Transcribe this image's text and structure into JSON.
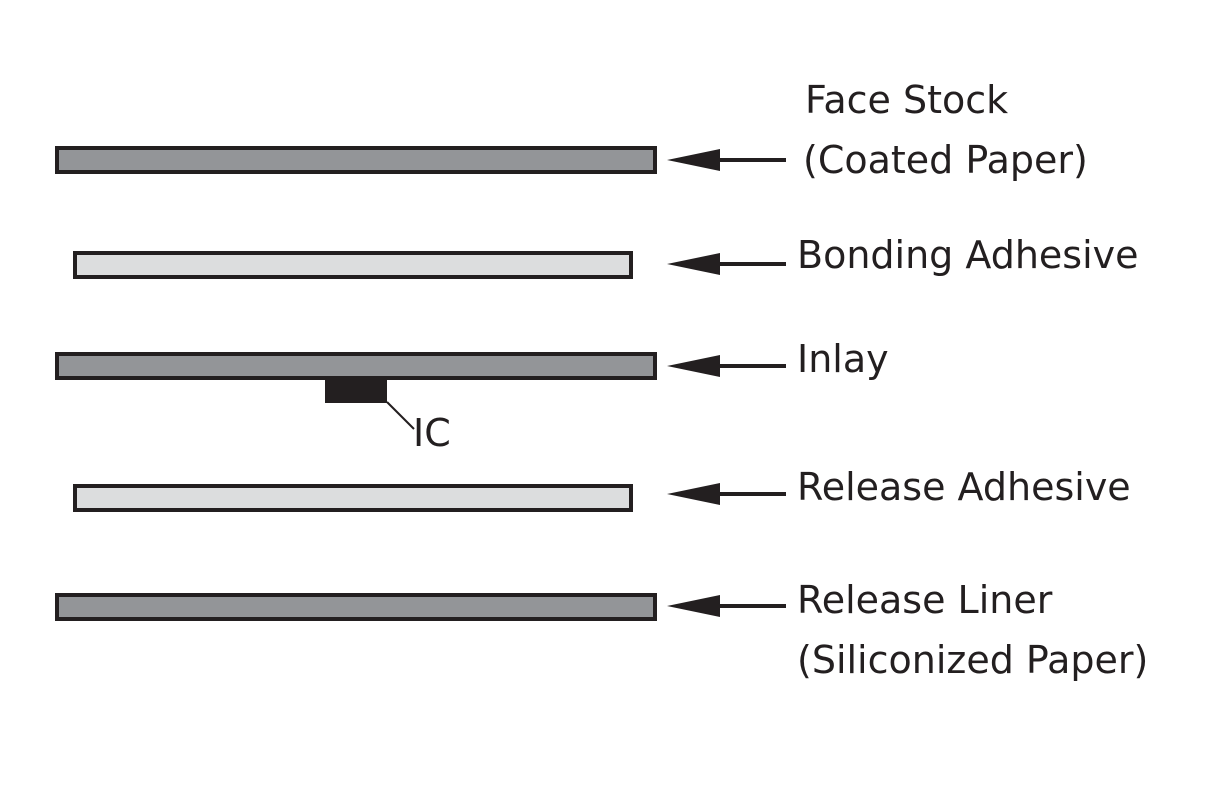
{
  "colors": {
    "outline": "#231f20",
    "paper": "#939598",
    "adhesive": "#dcddde",
    "ic": "#231f20"
  },
  "layers": [
    {
      "name": "face-stock",
      "type": "paper",
      "label_lines": [
        "Face Stock",
        " (Coated Paper)"
      ]
    },
    {
      "name": "bonding-adhesive",
      "type": "adhesive",
      "label_lines": [
        "Bonding Adhesive"
      ]
    },
    {
      "name": "inlay",
      "type": "paper",
      "label_lines": [
        "Inlay"
      ]
    },
    {
      "name": "release-adhesive",
      "type": "adhesive",
      "label_lines": [
        "Release Adhesive"
      ]
    },
    {
      "name": "release-liner",
      "type": "paper",
      "label_lines": [
        "Release Liner",
        "(Siliconized Paper)"
      ]
    }
  ],
  "ic_label": "IC"
}
